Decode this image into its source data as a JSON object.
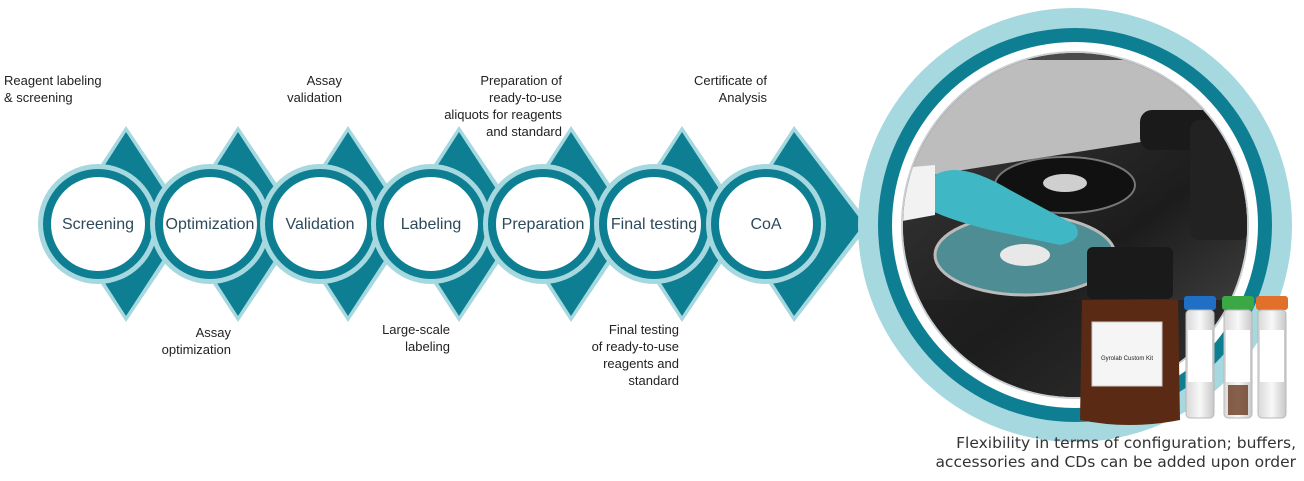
{
  "steps": [
    {
      "label": "Screening"
    },
    {
      "label": "Optimization"
    },
    {
      "label": "Validation"
    },
    {
      "label": "Labeling"
    },
    {
      "label": "Preparation"
    },
    {
      "label": "Final testing"
    },
    {
      "label": "CoA"
    }
  ],
  "annotations": {
    "top": [
      {
        "lines": [
          "Reagent labeling",
          "& screening"
        ]
      },
      {
        "lines": [
          "Assay",
          "validation"
        ]
      },
      {
        "lines": [
          "Preparation of",
          "ready-to-use",
          "aliquots for reagents",
          "and standard"
        ]
      },
      {
        "lines": [
          "Certificate of",
          "Analysis"
        ]
      }
    ],
    "bottom": [
      {
        "lines": [
          "Assay",
          "optimization"
        ]
      },
      {
        "lines": [
          "Large-scale",
          "labeling"
        ]
      },
      {
        "lines": [
          "Final testing",
          "of ready-to-use",
          "reagents and",
          "standard"
        ]
      }
    ]
  },
  "photo": {
    "kit_label": "Gyrolab Custom Kit",
    "cap_colors": [
      "#1f6fc4",
      "#3aa844",
      "#e0702a"
    ]
  },
  "caption": {
    "lines": [
      "Flexibility in terms of configuration; buffers,",
      "accessories and CDs can be added upon order"
    ]
  },
  "colors": {
    "dark_teal": "#0e7f93",
    "light_teal": "#a6d8e0",
    "label_text": "#2e4a5a"
  }
}
